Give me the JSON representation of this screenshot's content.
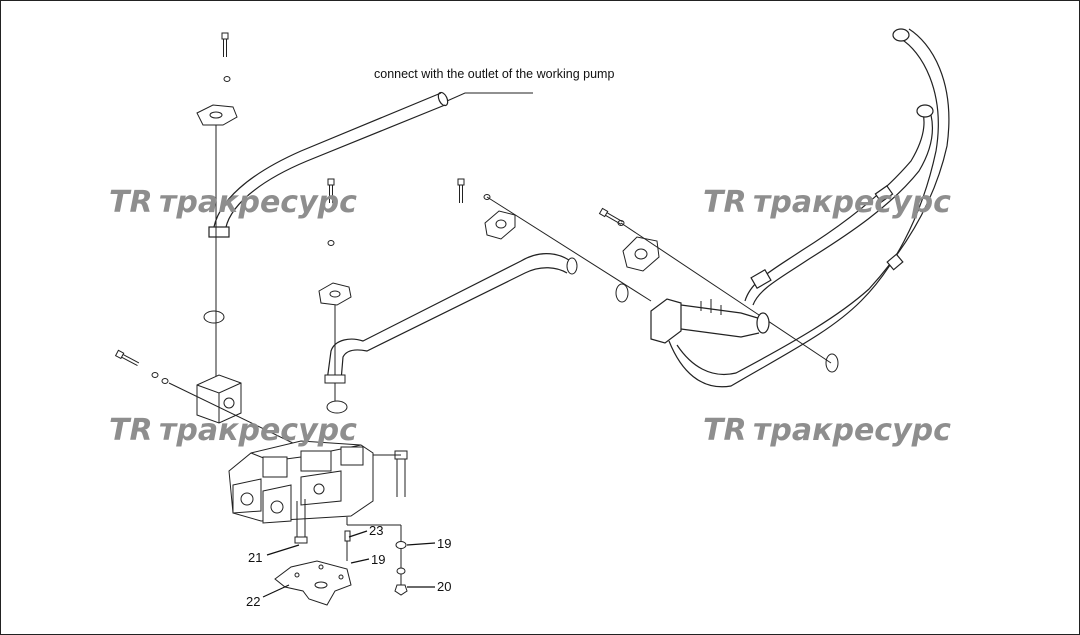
{
  "annotation": {
    "text": "connect with the outlet of the working pump"
  },
  "watermark": {
    "logo": "TR",
    "text": "тракресурс"
  },
  "callouts": [
    {
      "id": "c23",
      "label": "23"
    },
    {
      "id": "c19a",
      "label": "19"
    },
    {
      "id": "c19b",
      "label": "19"
    },
    {
      "id": "c21",
      "label": "21"
    },
    {
      "id": "c20",
      "label": "20"
    },
    {
      "id": "c22",
      "label": "22"
    }
  ],
  "colors": {
    "line": "#222222",
    "watermark": "#8e8e8e",
    "background": "#ffffff"
  }
}
